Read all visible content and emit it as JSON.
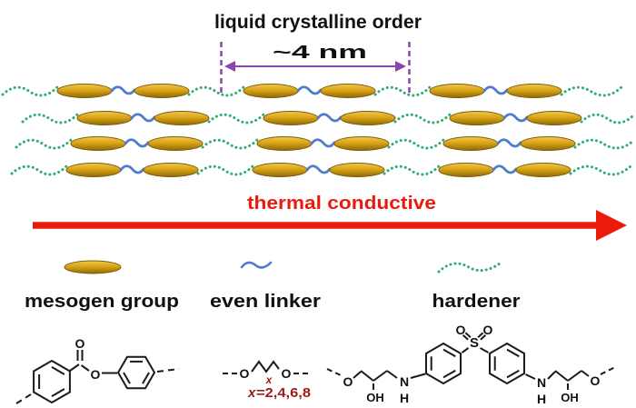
{
  "figure": {
    "title": "liquid crystalline order",
    "scale_label": "~4 nm",
    "thermal_label": "thermal conductive"
  },
  "legend": {
    "mesogen_label": "mesogen group",
    "linker_label": "even linker",
    "hardener_label": "hardener"
  },
  "structures": {
    "atom_o": "O",
    "atom_oh": "OH",
    "atom_n": "N",
    "atom_h": "H",
    "atom_s": "S",
    "linker_repeat_symbol": "x",
    "linker_repeat_values": "=2,4,6,8"
  },
  "colors": {
    "background": "#ffffff",
    "mesogen_gold_light": "#f2c94c",
    "mesogen_gold": "#d9a416",
    "mesogen_gold_dark": "#8f6a06",
    "mesogen_outline": "#7c5c0c",
    "linker_blue": "#4f7ccb",
    "hardener_green": "#2fae70",
    "annotation_purple": "#8e44ad",
    "thermal_red": "#ea1b0d",
    "repeat_dark_red": "#9c1a1a",
    "structure_black": "#1a1a1a",
    "label_black": "#111111"
  },
  "rows": {
    "count": 4,
    "row_y": [
      100,
      130,
      158,
      187
    ],
    "row_start_x": [
      3,
      25,
      18,
      13
    ],
    "mesogen_pairs_per_row": 3,
    "mesogen_width": 60,
    "linker_width": 25,
    "hardener_width": 60
  }
}
